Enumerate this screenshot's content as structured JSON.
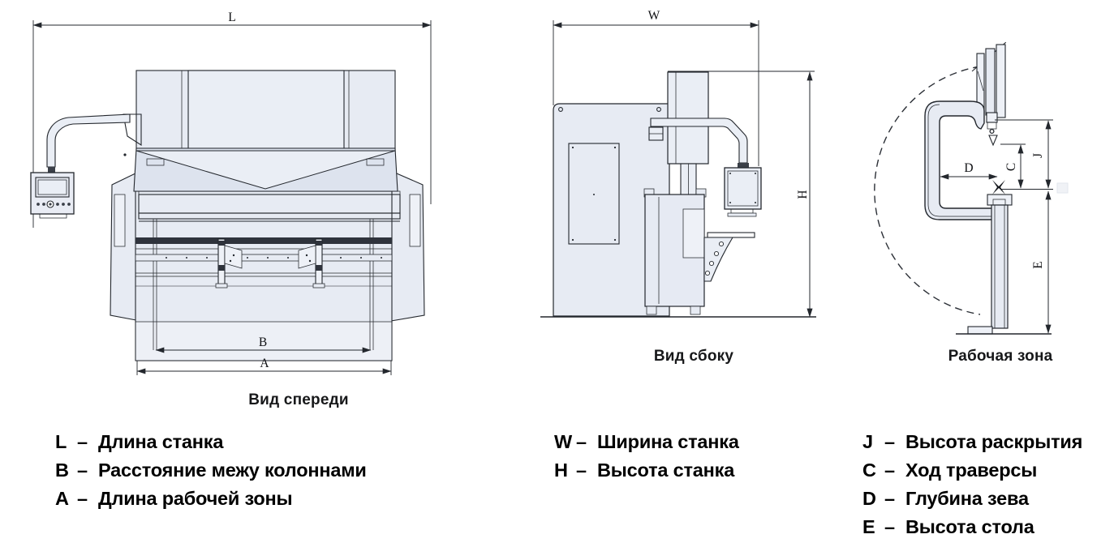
{
  "views": {
    "front": {
      "caption": "Вид спереди",
      "dim_length": "L",
      "dim_between_columns": "B",
      "dim_work_zone": "A"
    },
    "side": {
      "caption": "Вид сбоку",
      "dim_width": "W",
      "dim_height": "H"
    },
    "work_zone": {
      "caption": "Рабочая зона",
      "dim_opening": "J",
      "dim_stroke": "C",
      "dim_throat": "D",
      "dim_table": "E"
    }
  },
  "legend": {
    "separator": "–",
    "columns": [
      {
        "items": [
          {
            "letter": "L",
            "label": "Длина станка"
          },
          {
            "letter": "B",
            "label": "Расстояние межу колоннами"
          },
          {
            "letter": "A",
            "label": "Длина рабочей зоны"
          }
        ]
      },
      {
        "items": [
          {
            "letter": "W",
            "label": "Ширина станка"
          },
          {
            "letter": "H",
            "label": "Высота станка"
          }
        ]
      },
      {
        "items": [
          {
            "letter": "J",
            "label": "Высота раскрытия"
          },
          {
            "letter": "C",
            "label": "Ход траверсы"
          },
          {
            "letter": "D",
            "label": "Глубина зева"
          },
          {
            "letter": "E",
            "label": "Высота стола"
          }
        ]
      }
    ]
  },
  "colors": {
    "background": "#ffffff",
    "line": "#23272d",
    "machine_fill": "#e7ebf3",
    "machine_fill_light": "#eef1f7",
    "machine_fill_mid": "#dde3ee",
    "dark_detail": "#2f333c",
    "text": "#000000"
  }
}
